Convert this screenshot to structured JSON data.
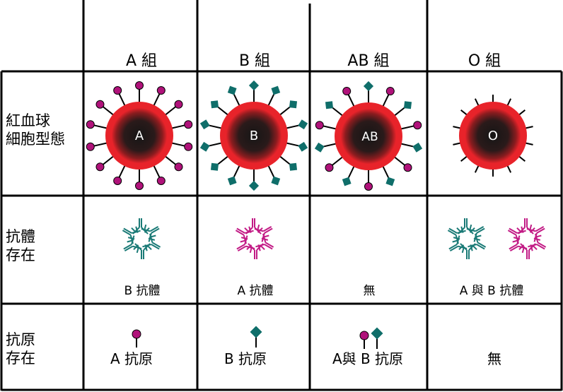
{
  "headers": [
    "A 組",
    "B 組",
    "AB 組",
    "O 組"
  ],
  "row_labels": {
    "cell_shape": [
      "紅血球",
      "細胞型態"
    ],
    "antibody": [
      "抗體",
      "存在"
    ],
    "antigen": [
      "抗原",
      "存在"
    ]
  },
  "cell_letters": [
    "A",
    "B",
    "AB",
    "O"
  ],
  "antibody_captions": [
    "B 抗體",
    "A 抗體",
    "無",
    "A 與 B 抗體"
  ],
  "antigen_captions": [
    "A 抗原",
    "B 抗原",
    "A與 B 抗原",
    "無"
  ],
  "colors": {
    "cell_red": "#e8232a",
    "cell_core": "#1a1a1a",
    "antigen_a": "#b0127a",
    "antigen_b": "#0f6e6a",
    "antibody_a": "#c21b85",
    "antibody_b": "#1a7a76"
  }
}
